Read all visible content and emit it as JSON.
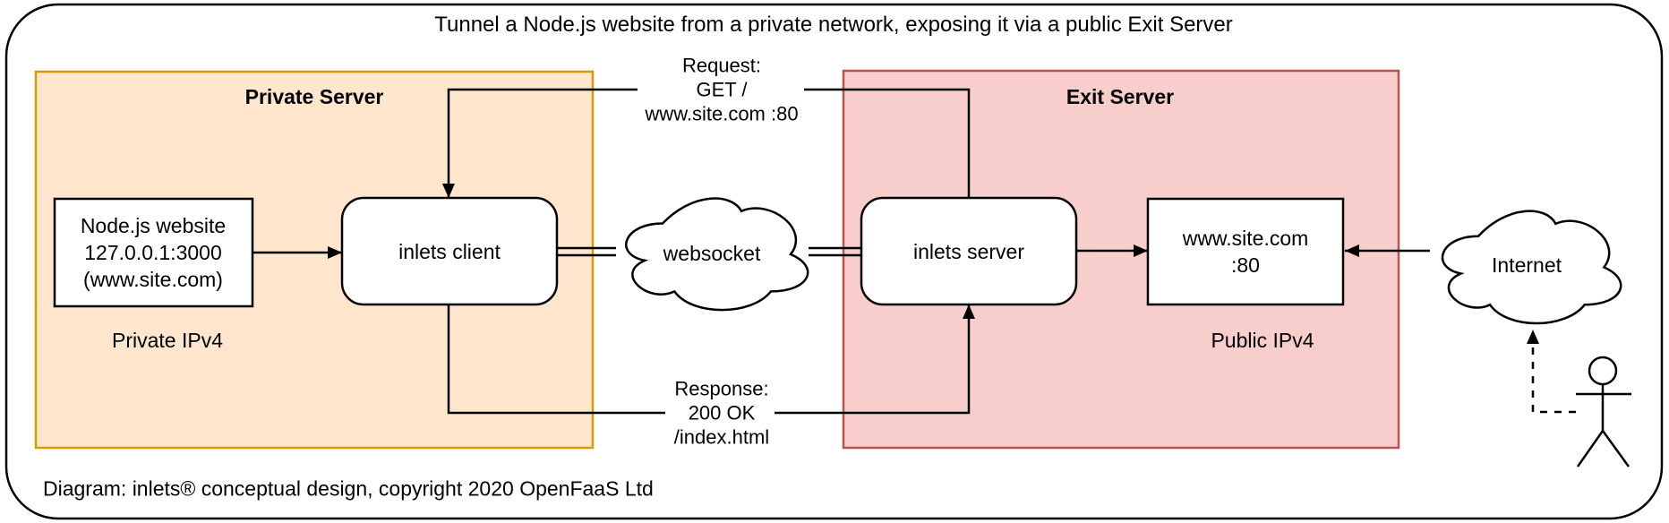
{
  "title": "Tunnel a Node.js website from a private network, exposing it via a public Exit Server",
  "footer": "Diagram: inlets® conceptual design, copyright 2020 OpenFaaS Ltd",
  "colors": {
    "private_fill": "#FFE6CC",
    "private_stroke": "#D79B00",
    "exit_fill": "#F8CECC",
    "exit_stroke": "#B85450",
    "line": "#000000",
    "node_fill": "#FFFFFF"
  },
  "private_server": {
    "label": "Private Server",
    "sublabel": "Private IPv4",
    "node_website": {
      "lines": [
        "Node.js website",
        "127.0.0.1:3000",
        "(www.site.com)"
      ]
    },
    "inlets_client": "inlets client"
  },
  "exit_server": {
    "label": "Exit Server",
    "sublabel": "Public IPv4",
    "inlets_server": "inlets server",
    "site_box": {
      "lines": [
        "www.site.com",
        ":80"
      ]
    }
  },
  "clouds": {
    "websocket": "websocket",
    "internet": "Internet"
  },
  "request_label": {
    "lines": [
      "Request:",
      "GET /",
      "www.site.com :80"
    ]
  },
  "response_label": {
    "lines": [
      "Response:",
      "200 OK",
      "/index.html"
    ]
  }
}
